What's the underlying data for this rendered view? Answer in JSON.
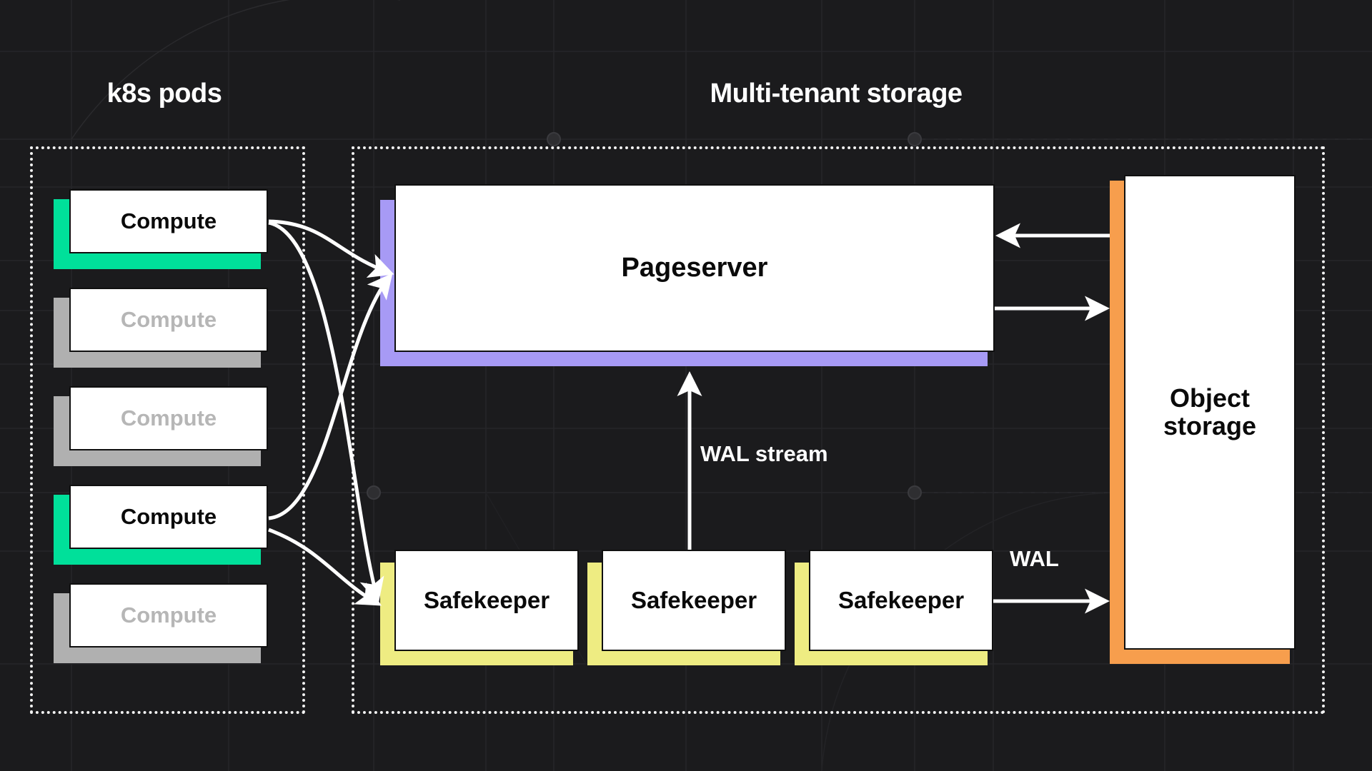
{
  "page": {
    "background_color": "#1b1b1d",
    "type": "architecture-diagram"
  },
  "palette": {
    "accent_green": "#00e09a",
    "accent_gray": "#b0b0b0",
    "accent_purple": "#a79af5",
    "accent_yellow": "#eeec82",
    "accent_orange": "#f79e4d",
    "box_fill": "#ffffff",
    "text_light": "#ffffff",
    "text_dark": "#0a0a0a",
    "text_muted": "#b6b6b6",
    "connector": "#ffffff"
  },
  "sections": {
    "left": {
      "title": "k8s pods"
    },
    "right": {
      "title": "Multi-tenant storage"
    }
  },
  "pods": [
    {
      "label": "Compute",
      "state": "active"
    },
    {
      "label": "Compute",
      "state": "idle"
    },
    {
      "label": "Compute",
      "state": "idle"
    },
    {
      "label": "Compute",
      "state": "active"
    },
    {
      "label": "Compute",
      "state": "idle"
    }
  ],
  "pageserver": {
    "label": "Pageserver"
  },
  "safekeepers": [
    {
      "label": "Safekeeper"
    },
    {
      "label": "Safekeeper"
    },
    {
      "label": "Safekeeper"
    }
  ],
  "object_storage": {
    "label": "Object storage"
  },
  "edges": [
    {
      "name": "compute-to-pageserver",
      "label": "",
      "style": "curved"
    },
    {
      "name": "compute-to-safekeeper",
      "label": "",
      "style": "curved"
    },
    {
      "name": "safekeeper-to-pageserver",
      "label": "WAL stream",
      "style": "straight-up"
    },
    {
      "name": "objectstorage-to-pageserver",
      "label": "",
      "style": "straight-left"
    },
    {
      "name": "pageserver-to-objectstorage",
      "label": "",
      "style": "straight-right"
    },
    {
      "name": "safekeeper-to-objectstorage",
      "label": "WAL",
      "style": "straight-right"
    }
  ],
  "edge_labels": {
    "wal_stream": "WAL stream",
    "wal": "WAL"
  }
}
